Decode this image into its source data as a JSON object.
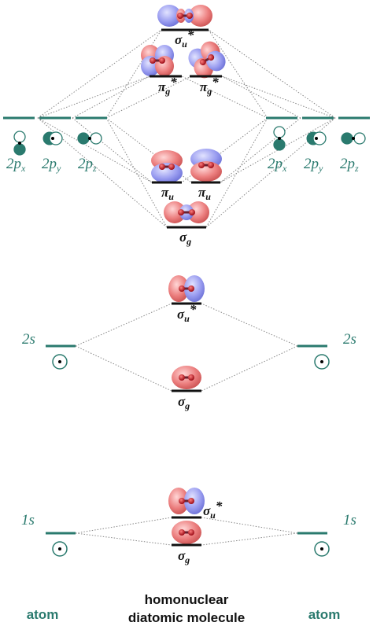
{
  "colors": {
    "atomic": "#2a7a6e",
    "molecular_level": "#111111",
    "lobe_red": "#e05a5a",
    "lobe_blue": "#7a7ee6",
    "nucleus": "#c0101a",
    "connector": "#888888"
  },
  "atomic_orbitals": {
    "p_labels": [
      "x",
      "y",
      "z"
    ],
    "p_base": "2p",
    "s2": "2s",
    "s1": "1s"
  },
  "molecular_orbitals": {
    "sigma_u_star_2p": {
      "sym": "σ",
      "sub": "u",
      "sup": "*"
    },
    "pi_g_star": {
      "sym": "π",
      "sub": "g",
      "sup": "*"
    },
    "pi_u": {
      "sym": "π",
      "sub": "u"
    },
    "sigma_g_2p": {
      "sym": "σ",
      "sub": "g"
    },
    "sigma_u_star_2s": {
      "sym": "σ",
      "sub": "u",
      "sup": "*"
    },
    "sigma_g_2s": {
      "sym": "σ",
      "sub": "g"
    },
    "sigma_u_star_1s": {
      "sym": "σ",
      "sub": "u",
      "sup": "*"
    },
    "sigma_g_1s": {
      "sym": "σ",
      "sub": "g"
    }
  },
  "footer": {
    "left": "atom",
    "center_line1": "homonuclear",
    "center_line2": "diatomic molecule",
    "right": "atom"
  }
}
